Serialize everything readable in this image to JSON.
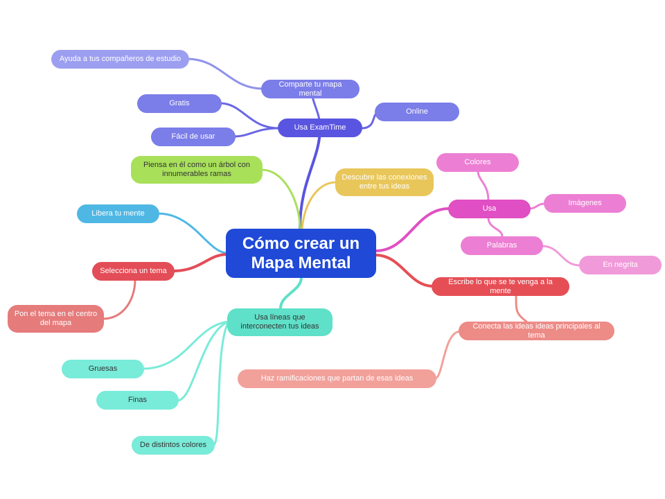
{
  "mindmap": {
    "central": {
      "label": "Cómo crear un Mapa Mental",
      "color": "#1f49d6"
    },
    "colors": {
      "exam_dark": "#5a55e0",
      "exam_light": "#7b7de8",
      "green": "#a8e05a",
      "yellow": "#e8c65a",
      "blue": "#4fb7e4",
      "red": "#e34d57",
      "salmon": "#e57b7b",
      "teal": "#5fe0c8",
      "teal_light": "#79ebd9",
      "magenta": "#e04fc3",
      "pink": "#ec7fd3",
      "pink_light": "#f09ad9",
      "red_branch": "#e64e55",
      "salmon_light": "#ed8b87",
      "salmon_pale": "#f2a09a"
    },
    "nodes": {
      "usa_examtime": "Usa ExamTime",
      "comparte": "Comparte tu mapa mental",
      "ayuda": "Ayuda a tus compañeros de estudio",
      "gratis": "Gratis",
      "facil": "Fácil de usar",
      "online": "Online",
      "piensa": "Piensa en él como un árbol con innumerables ramas",
      "descubre": "Descubre las conexiones entre tus ideas",
      "libera": "Libera tu mente",
      "selecciona": "Selecciona un tema",
      "pon_tema": "Pon el tema en el centro del mapa",
      "usa_lineas": "Usa líneas que interconecten tus ideas",
      "gruesas": "Gruesas",
      "finas": "Finas",
      "distintos": "De distintos colores",
      "usa": "Usa",
      "colores": "Colores",
      "imagenes": "Imágenes",
      "palabras": "Palabras",
      "negrita": "En negrita",
      "escribe": "Escribe lo que se te venga a la mente",
      "conecta": "Conecta las ideas ideas principales al tema",
      "haz": "Haz ramificaciones que partan de esas ideas"
    }
  }
}
